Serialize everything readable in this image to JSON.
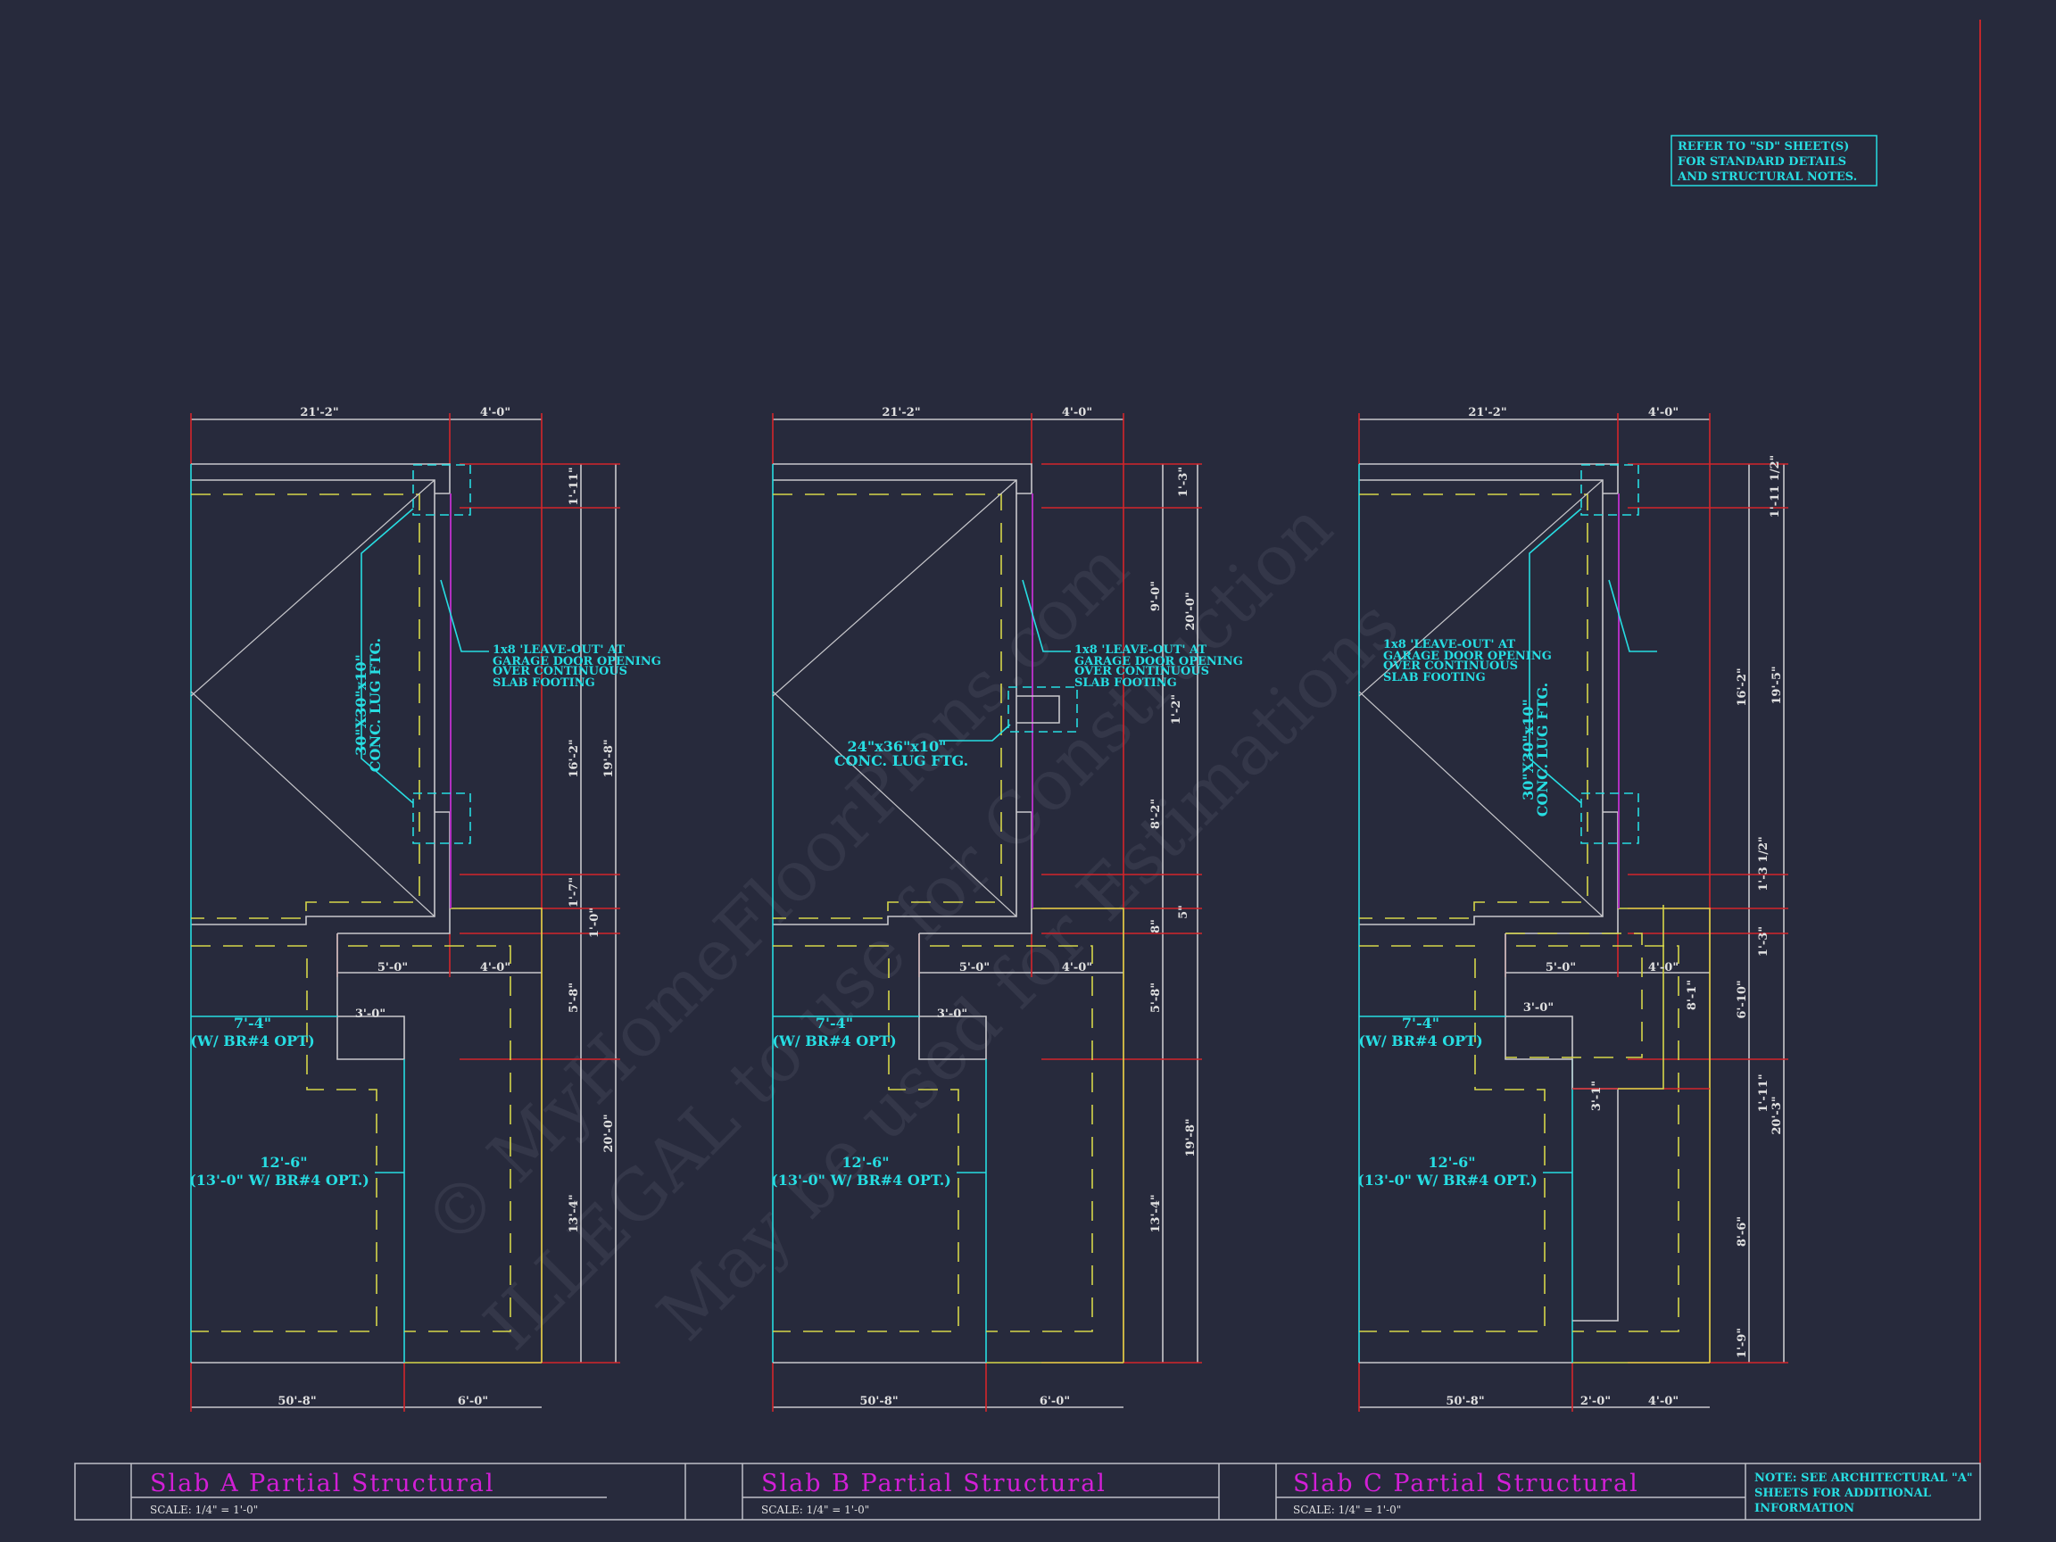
{
  "sheet_note": [
    "REFER TO \"SD\" SHEET(S)",
    "FOR STANDARD DETAILS",
    "AND STRUCTURAL NOTES."
  ],
  "watermark": [
    "© MyHomeFloorPlans.com",
    "ILLEGAL to use for Construction",
    "May be used for Estimations"
  ],
  "colors": {
    "background": "#272a3c",
    "slab_edge": "#c8c8cc",
    "footing": "#d6d64a",
    "dimension": "#d4252b",
    "annotation": "#27dde2",
    "leave_out": "#b030c0",
    "title": "#d21fd6"
  },
  "slabs": [
    {
      "id": "A",
      "top_dims": [
        "21'-2\"",
        "4'-0\""
      ],
      "mid_dims": [
        "5'-0\"",
        "4'-0\"",
        "3'-0\""
      ],
      "bottom_dims": [
        "50'-8\"",
        "6'-0\""
      ],
      "right_inner_dims": [
        "1'-11\"",
        "16'-2\"",
        "1'-7\"",
        "1'-0\"",
        "5'-8\"",
        "13'-4\""
      ],
      "right_outer_dims": [
        "19'-8\"",
        "20'-0\""
      ],
      "leave_out_note": [
        "1x8 'LEAVE-OUT' AT",
        "GARAGE DOOR OPENING",
        "OVER CONTINUOUS",
        "SLAB FOOTING"
      ],
      "lug_note": [
        "30\"X30\"x10\"",
        "CONC. LUG FTG."
      ],
      "rebar_notes": [
        "7'-4\"",
        "(W/ BR#4 OPT)",
        "12'-6\"",
        "(13'-0\" W/ BR#4 OPT.)"
      ],
      "title": "Slab A Partial Structural",
      "scale": "SCALE: 1/4\" = 1'-0\""
    },
    {
      "id": "B",
      "top_dims": [
        "21'-2\"",
        "4'-0\""
      ],
      "mid_dims": [
        "5'-0\"",
        "4'-0\"",
        "3'-0\""
      ],
      "bottom_dims": [
        "50'-8\"",
        "6'-0\""
      ],
      "right_inner_dims": [
        "1'-3\"",
        "9'-0\"",
        "1'-2\"",
        "8'-2\"",
        "8\"",
        "5'-8\"",
        "13'-4\""
      ],
      "right_outer_dims": [
        "5\"",
        "19'-8\"",
        "20'-0\""
      ],
      "leave_out_note": [
        "1x8 'LEAVE-OUT' AT",
        "GARAGE DOOR OPENING",
        "OVER CONTINUOUS",
        "SLAB FOOTING"
      ],
      "lug_note": [
        "24\"x36\"x10\"",
        "CONC. LUG FTG."
      ],
      "rebar_notes": [
        "7'-4\"",
        "(W/ BR#4 OPT)",
        "12'-6\"",
        "(13'-0\" W/ BR#4 OPT.)"
      ],
      "title": "Slab B Partial Structural",
      "scale": "SCALE: 1/4\" = 1'-0\""
    },
    {
      "id": "C",
      "top_dims": [
        "21'-2\"",
        "4'-0\""
      ],
      "mid_dims": [
        "5'-0\"",
        "4'-0\"",
        "3'-0\"",
        "8'-1\"",
        "3'-1\""
      ],
      "bottom_dims": [
        "50'-8\"",
        "2'-0\"",
        "4'-0\""
      ],
      "right_inner_dims": [
        "1'-11 1/2\"",
        "16'-2\"",
        "1'-3 1/2\"",
        "1'-3\"",
        "6'-10\"",
        "1'-11\"",
        "8'-6\"",
        "1'-9\""
      ],
      "right_outer_dims": [
        "19'-5\"",
        "20'-3\""
      ],
      "leave_out_note": [
        "1x8 'LEAVE-OUT' AT",
        "GARAGE DOOR OPENING",
        "OVER CONTINUOUS",
        "SLAB FOOTING"
      ],
      "lug_note": [
        "30\"X30\"x10\"",
        "CONC. LUG FTG."
      ],
      "rebar_notes": [
        "7'-4\"",
        "(W/ BR#4 OPT)",
        "12'-6\"",
        "(13'-0\" W/ BR#4 OPT.)"
      ],
      "title": "Slab C Partial Structural",
      "scale": "SCALE: 1/4\" = 1'-0\""
    }
  ],
  "title_block_note": [
    "NOTE: SEE ARCHITECTURAL \"A\"",
    "SHEETS FOR ADDITIONAL",
    "INFORMATION"
  ]
}
